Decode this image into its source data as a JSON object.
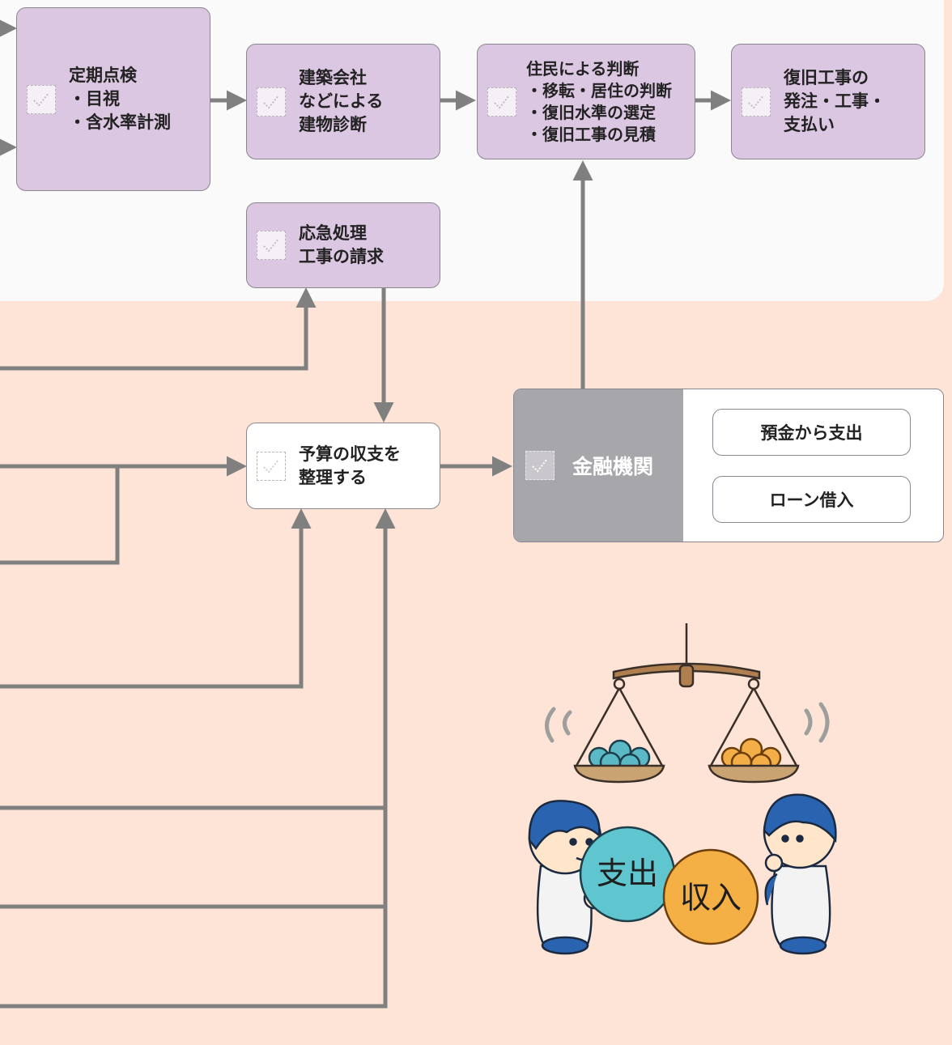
{
  "boxes": {
    "inspection": {
      "lines": [
        "定期点検",
        "・目視",
        "・含水率計測"
      ]
    },
    "diagnosis": {
      "lines": [
        "建築会社",
        "などによる",
        "建物診断"
      ]
    },
    "decision": {
      "lines": [
        "住民による判断",
        "・移転・居住の判断",
        "・復旧水準の選定",
        "・復旧工事の見積"
      ]
    },
    "order": {
      "lines": [
        "復旧工事の",
        "発注・工事・",
        "支払い"
      ]
    },
    "emergency": {
      "lines": [
        "応急処理",
        "工事の請求"
      ]
    },
    "budget": {
      "lines": [
        "予算の収支を",
        "整理する"
      ]
    }
  },
  "finance": {
    "label": "金融機関",
    "options": [
      "預金から支出",
      "ローン借入"
    ]
  },
  "illustration": {
    "left_ball": "支出",
    "right_ball": "収入"
  },
  "colors": {
    "background": "#fde4d6",
    "panel": "#fafafa",
    "box_purple": "#dcc7e2",
    "arrow": "#808080",
    "finance_gray": "#a7a6ab",
    "teal": "#5fc5cf",
    "orange": "#f5b045",
    "blue": "#2c6fb8"
  }
}
